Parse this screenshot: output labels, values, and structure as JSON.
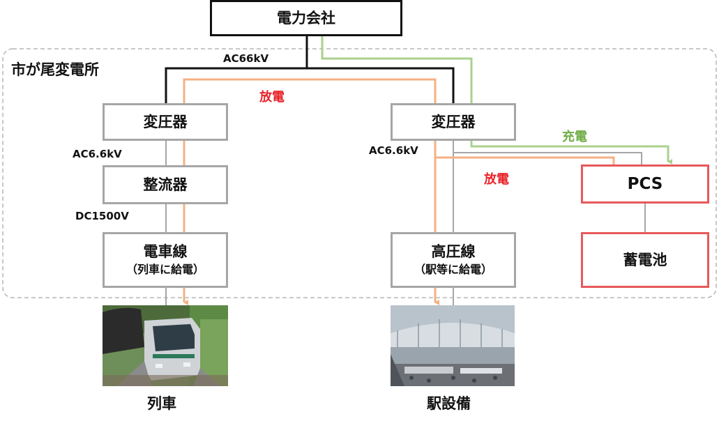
{
  "company": "電力会社",
  "substation": "市が尾変電所",
  "left": {
    "transformer": "変圧器",
    "rectifier": "整流器",
    "line": "電車線",
    "line_note": "（列車に給電）",
    "caption": "列車"
  },
  "right": {
    "transformer": "変圧器",
    "line": "高圧線",
    "line_note": "（駅等に給電）",
    "caption": "駅設備"
  },
  "pcs": "PCS",
  "battery": "蓄電池",
  "labels": {
    "ac66": "AC66kV",
    "ac66_left": "AC6.6kV",
    "ac66_right": "AC6.6kV",
    "dc1500": "DC1500V",
    "discharge_top": "放電",
    "discharge_right": "放電",
    "charge": "充電"
  },
  "colors": {
    "black_line": "#111111",
    "gray_line": "#a6a6a6",
    "orange_line": "#f4b183",
    "green_line": "#a9d18e",
    "discharge_text": "#e8242a",
    "charge_text": "#70ad47",
    "pcs_border": "#e8585a"
  }
}
